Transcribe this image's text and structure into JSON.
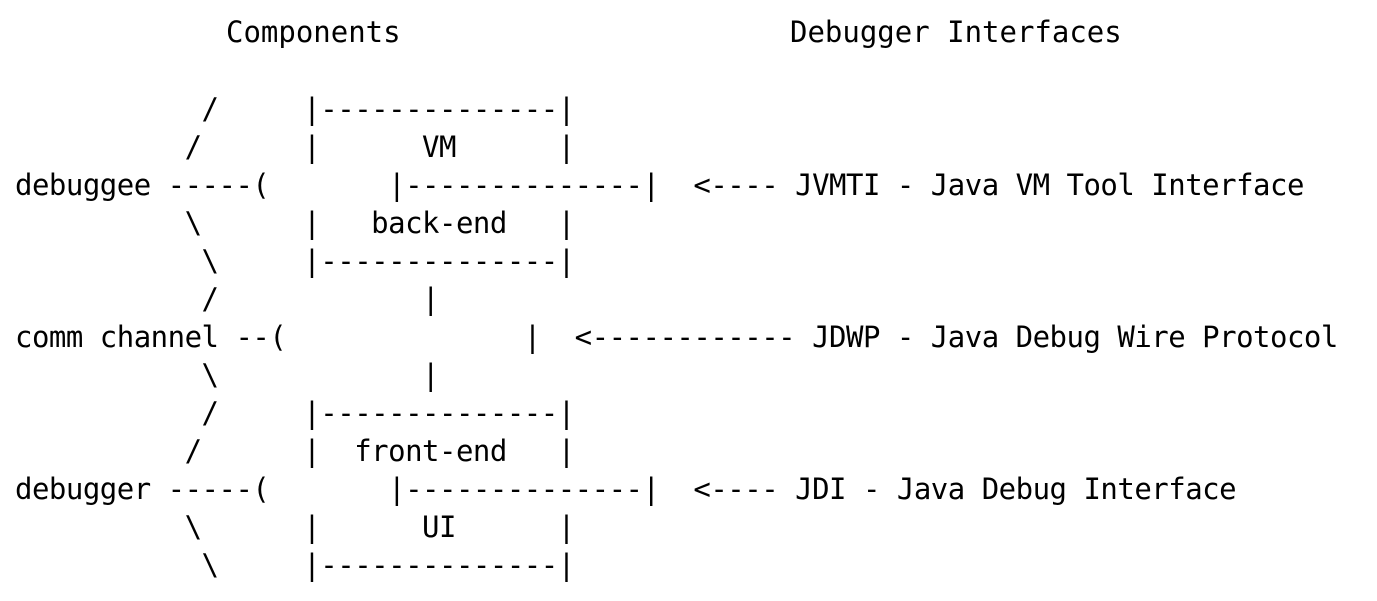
{
  "headers": {
    "components": "Components",
    "interfaces": "Debugger Interfaces"
  },
  "diagram": {
    "lines": [
      "           /     |--------------|",
      "          /      |      VM      |",
      "debuggee -----(       |--------------|  <---- JVMTI - Java VM Tool Interface",
      "          \\      |   back-end   |",
      "           \\     |--------------|",
      "           /            |",
      "comm channel --(              |  <------------ JDWP - Java Debug Wire Protocol",
      "           \\            |",
      "           /     |--------------|",
      "          /      |  front-end   |",
      "debugger -----(       |--------------|  <---- JDI - Java Debug Interface",
      "          \\      |      UI      |",
      "           \\     |--------------|"
    ]
  }
}
